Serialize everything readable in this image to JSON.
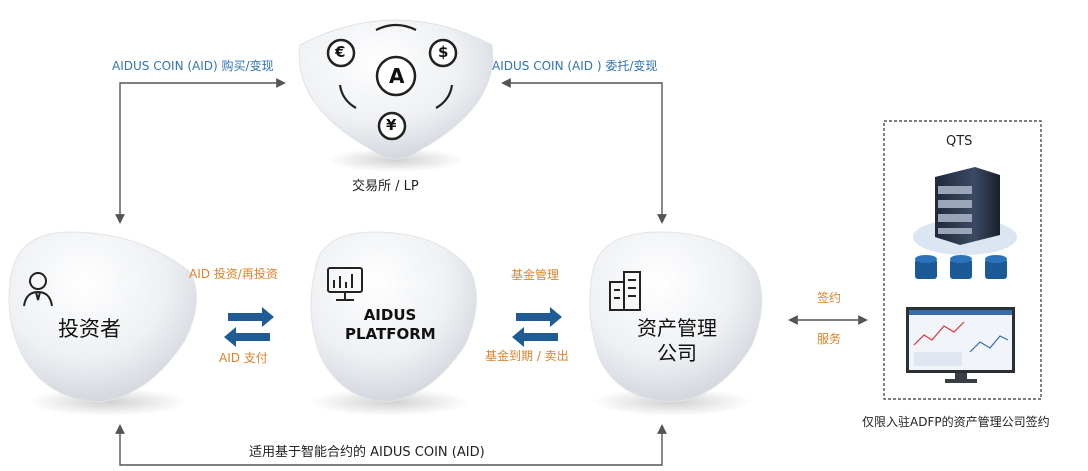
{
  "exchange": {
    "label": "交易所 / LP",
    "coin_letter": "A",
    "currency_symbols": [
      "€",
      "$",
      "¥"
    ]
  },
  "arrows": {
    "top_left": "AIDUS COIN (AID) 购买/变现",
    "top_right": "AIDUS COIN (AID ) 委托/变现",
    "investor_to_platform_top": "AID  投资/再投资",
    "investor_to_platform_bottom": "AID  支付",
    "platform_to_amc_top": "基金管理",
    "platform_to_amc_bottom": "基金到期  /  卖出",
    "amc_to_qts_top": "签约",
    "amc_to_qts_bottom": "服务",
    "bottom": "适用基于智能合约的 AIDUS COIN (AID)"
  },
  "nodes": {
    "investor": {
      "title": "投资者",
      "icon": "investor-icon"
    },
    "platform": {
      "title_line1": "AIDUS",
      "title_line2": "PLATFORM",
      "icon": "monitor-chart-icon"
    },
    "amc": {
      "title_line1": "资产管理",
      "title_line2": "公司",
      "icon": "building-icon"
    }
  },
  "qts": {
    "title": "QTS",
    "icons": [
      "server-rack-icon",
      "database-icon",
      "trading-monitor-icon"
    ],
    "note": "仅限入驻ADFP的资产管理公司签约"
  },
  "colors": {
    "blue": "#2f73b8",
    "orange": "#e0822a",
    "arrow": "#555555"
  }
}
